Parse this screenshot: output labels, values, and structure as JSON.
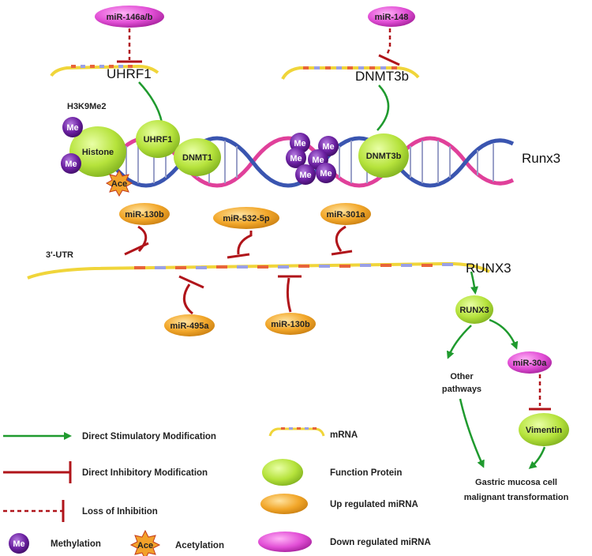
{
  "top": {
    "mir_146": "miR-146a/b",
    "mir_148": "miR-148",
    "uhrf1_mrna": "UHRF1",
    "dnmt3b_mrna": "DNMT3b",
    "h3k9": "H3K9Me2",
    "histone": "Histone",
    "uhrf1": "UHRF1",
    "dnmt1": "DNMT1",
    "dnmt3b": "DNMT3b",
    "me": "Me",
    "ace": "Ace",
    "gene": "Runx3"
  },
  "utr": {
    "label": "3'-UTR",
    "gene": "RUNX3",
    "mirnas_above": [
      "miR-130b",
      "miR-532-5p",
      "miR-301a"
    ],
    "mirnas_below": [
      "miR-495a",
      "miR-130b"
    ]
  },
  "pathway": {
    "runx3": "RUNX3",
    "mir_30a": "miR-30a",
    "other_pathways": [
      "Other",
      "pathways"
    ],
    "vimentin": "Vimentin",
    "outcome": [
      "Gastric mucosa cell",
      "malignant transformation"
    ]
  },
  "legend": {
    "direct_stim": "Direct Stimulatory Modification",
    "direct_inhib": "Direct   Inhibitory   Modification",
    "loss_inhib": "Loss of Inhibition",
    "me": "Me",
    "methylation": "Methylation",
    "ace": "Ace",
    "acetylation": "Acetylation",
    "mrna": "mRNA",
    "function_protein": "Function Protein",
    "up_mirna": "Up regulated miRNA",
    "down_mirna": "Down regulated miRNA"
  },
  "colors": {
    "green_arrow": "#1f9a2e",
    "red_inhib": "#b0141a",
    "protein": "#b6e33c",
    "up_mirna": "#f2a72a",
    "down_mirna": "#e24fd6",
    "methyl": "#6a1fa0",
    "ace": "#f2a12a",
    "mrna_line": "#f0d53a"
  }
}
